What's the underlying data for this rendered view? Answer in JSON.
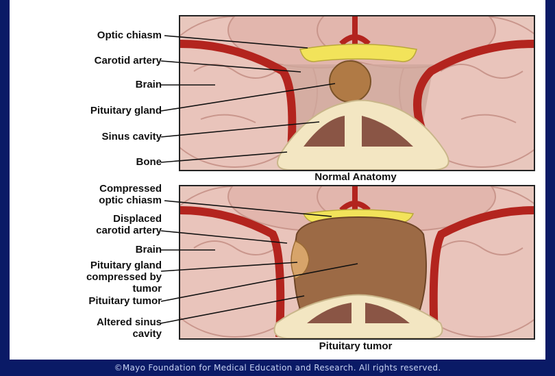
{
  "top_panel": {
    "caption": "Normal Anatomy",
    "labels": [
      "Optic chiasm",
      "Carotid artery",
      "Brain",
      "Pituitary gland",
      "Sinus cavity",
      "Bone"
    ]
  },
  "bottom_panel": {
    "caption": "Pituitary tumor",
    "labels": [
      "Compressed\noptic chiasm",
      "Displaced\ncarotid artery",
      "Brain",
      "Pituitary gland\ncompressed by\ntumor",
      "Pituitary tumor",
      "Altered sinus\ncavity"
    ]
  },
  "footer": {
    "copyright": "©Mayo Foundation for Medical Education and Research. All rights reserved."
  },
  "colors": {
    "background": "#0a1a66",
    "brain": "#e8c7bd",
    "artery": "#b3241e",
    "optic_chiasm": "#f2e35a",
    "pituitary": "#b07a45",
    "bone": "#f3e6c2"
  }
}
